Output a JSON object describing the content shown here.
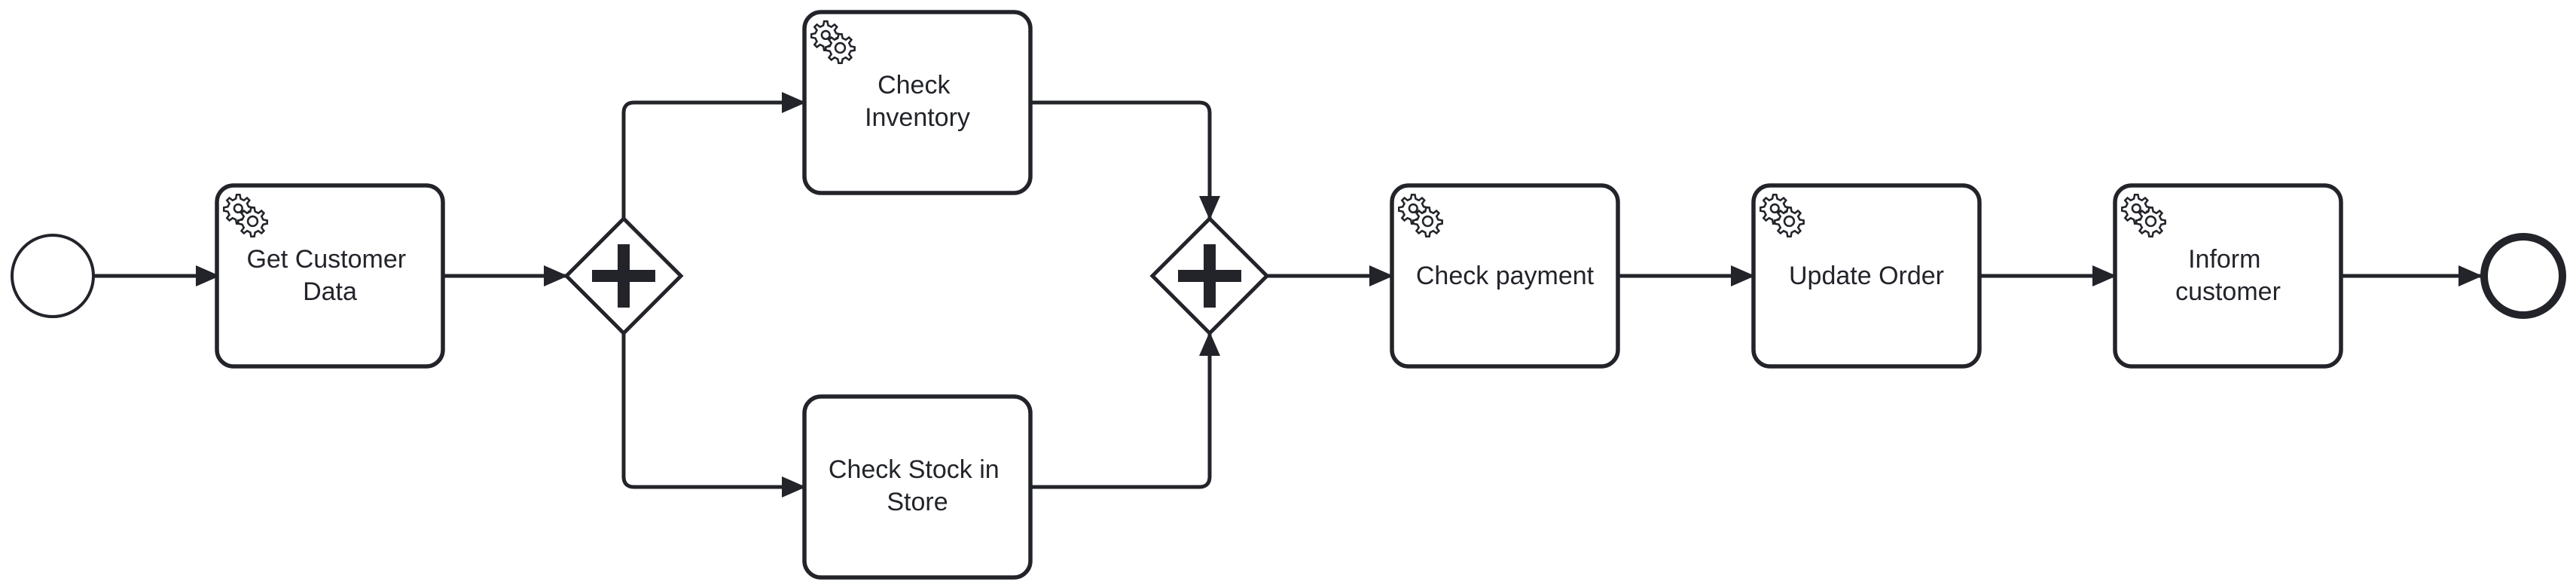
{
  "diagram": {
    "nodes": [
      {
        "id": "start_event",
        "kind": "start-event"
      },
      {
        "id": "get_customer_data",
        "kind": "service-task",
        "lines": [
          "Get Customer",
          "Data"
        ]
      },
      {
        "id": "split_gateway",
        "kind": "parallel-gateway"
      },
      {
        "id": "check_inventory",
        "kind": "service-task",
        "lines": [
          "Check",
          "Inventory"
        ]
      },
      {
        "id": "check_stock_in_store",
        "kind": "task",
        "lines": [
          "Check Stock in",
          "Store"
        ]
      },
      {
        "id": "join_gateway",
        "kind": "parallel-gateway"
      },
      {
        "id": "check_payment",
        "kind": "service-task",
        "lines": [
          "Check payment"
        ]
      },
      {
        "id": "update_order",
        "kind": "service-task",
        "lines": [
          "Update Order"
        ]
      },
      {
        "id": "inform_customer",
        "kind": "service-task",
        "lines": [
          "Inform",
          "customer"
        ]
      },
      {
        "id": "end_event",
        "kind": "end-event"
      }
    ],
    "flows": [
      [
        "start_event",
        "get_customer_data"
      ],
      [
        "get_customer_data",
        "split_gateway"
      ],
      [
        "split_gateway",
        "check_inventory"
      ],
      [
        "split_gateway",
        "check_stock_in_store"
      ],
      [
        "check_inventory",
        "join_gateway"
      ],
      [
        "check_stock_in_store",
        "join_gateway"
      ],
      [
        "join_gateway",
        "check_payment"
      ],
      [
        "check_payment",
        "update_order"
      ],
      [
        "update_order",
        "inform_customer"
      ],
      [
        "inform_customer",
        "end_event"
      ]
    ]
  }
}
